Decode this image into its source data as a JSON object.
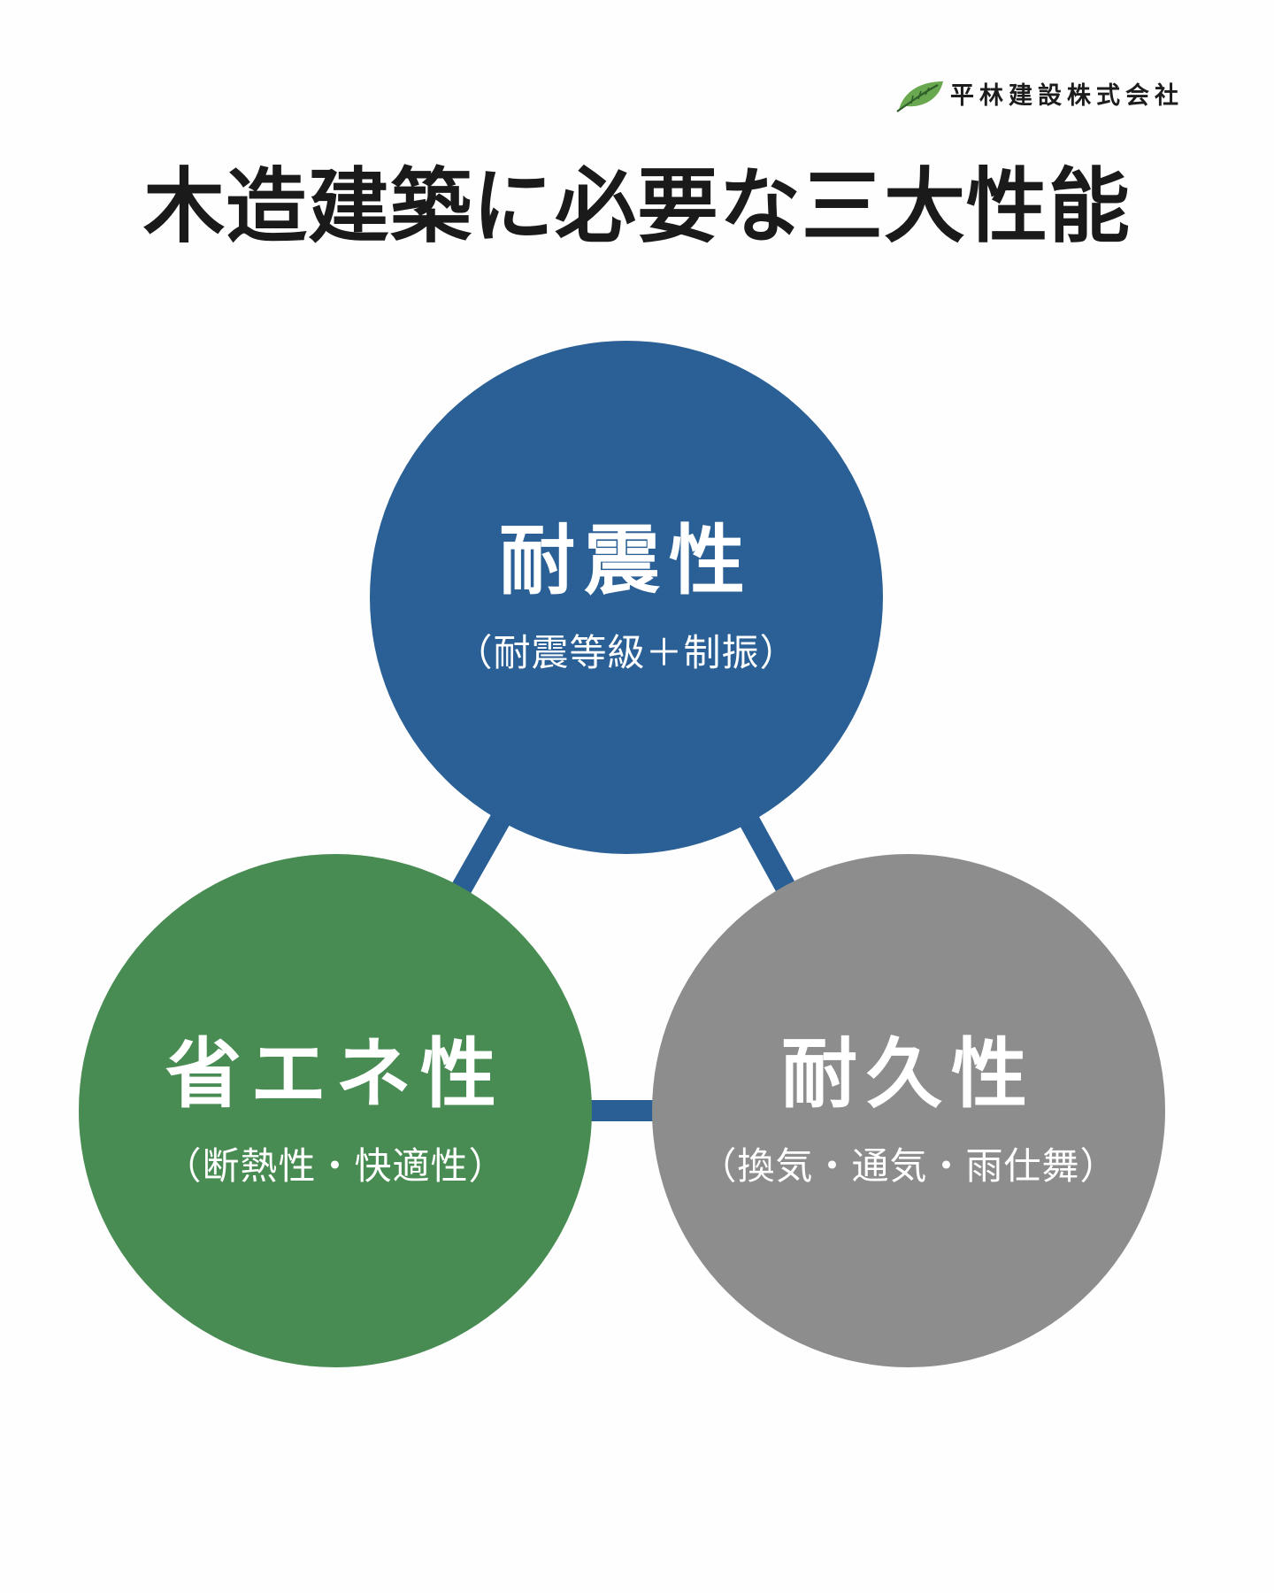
{
  "logo": {
    "company": "平林建設株式会社",
    "icon": "leaf-icon",
    "icon_color": "#6aa84f"
  },
  "title": "木造建築に必要な三大性能",
  "colors": {
    "line": "#2a5f96"
  },
  "nodes": [
    {
      "id": "top",
      "label": "耐震性",
      "sub": "（耐震等級＋制振）",
      "color": "#2a6095"
    },
    {
      "id": "left",
      "label": "省エネ性",
      "sub": "（断熱性・快適性）",
      "color": "#488c53"
    },
    {
      "id": "right",
      "label": "耐久性",
      "sub": "（換気・通気・雨仕舞）",
      "color": "#8d8d8d"
    }
  ]
}
